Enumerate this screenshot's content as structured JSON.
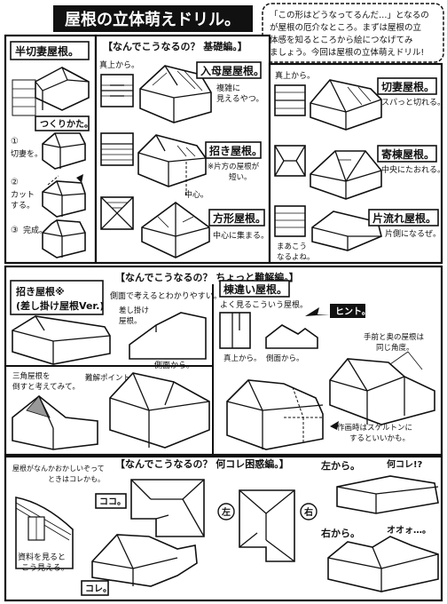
{
  "title": "屋根の立体萌えドリル。",
  "intro": [
    "「この形はどうなってるんだ…」となるの",
    "が屋根の厄介なところ。まずは屋根の立",
    "体感を知るところから絵につなげてみ",
    "ましょう。今回は屋根の立体萌えドリル!"
  ],
  "kirizuma": {
    "label": "半切妻屋根。",
    "tsukurikata": "つくりかた。",
    "steps": [
      {
        "num": "①",
        "text": "切妻を。"
      },
      {
        "num": "②",
        "text": "カット"
      },
      {
        "num": "",
        "text": "する。"
      },
      {
        "num": "③",
        "text": "完成。"
      }
    ]
  },
  "basic": {
    "header": "【なんでこうなるの？ 基礎編。】",
    "top_view": "真上から。",
    "irimoya": {
      "label": "入母屋屋根。",
      "note": [
        "複雑に",
        "見えるやつ。"
      ]
    },
    "kiri": {
      "label": "切妻屋根。",
      "note": "スパっと切れる。"
    },
    "maneki": {
      "label": "招き屋根。",
      "note": [
        "※片方の屋根が",
        "短い。"
      ]
    },
    "chushin": "中心。",
    "yosemune": {
      "label": "寄棟屋根。",
      "note": "中央にたおれる。"
    },
    "hogyo": {
      "label": "方形屋根。",
      "note": "中心に集まる。"
    },
    "katanagare": {
      "label": "片流れ屋根。",
      "note": "片側になるぜ。"
    },
    "maakou": [
      "まあこう",
      "なるよね。"
    ]
  },
  "advanced": {
    "header": "【なんでこうなるの？ ちょっと難解編。】",
    "maneki2": {
      "label1": "招き屋根※",
      "label2": "(差し掛け屋根Ver.)"
    },
    "side_hint": "側面で考えるとわかりやすい。",
    "sashikake": [
      "差し掛け",
      "屋根。"
    ],
    "side_from": "側面から。",
    "tri": [
      "三角屋根を",
      "倒すと考えてみて。"
    ],
    "nankai": "難解ポイント。",
    "muneChigai": "棟違い屋根。",
    "often": "よく見るこういう屋根。",
    "hint": "ヒント。",
    "top": "真上から。",
    "side": "側面から。",
    "front_back": [
      "手前と奥の屋根は",
      "同じ角度。"
    ],
    "skeleton": [
      "作画時はスケルトンに",
      "するといいかも。"
    ]
  },
  "confused": {
    "header": "【なんでこうなるの？ 何コレ困惑編。】",
    "strange": [
      "屋根がなんかおかしいぞって",
      "ときはコレかも。"
    ],
    "koko": "ココ。",
    "hidari": "左",
    "migi": "右",
    "left_from": "左から。",
    "nani": "何コレ!?",
    "right_from": "右から。",
    "oo": "オオォ…。",
    "shiryo": [
      "資料を見ると",
      "こう見える。"
    ],
    "kore": "コレ。"
  }
}
